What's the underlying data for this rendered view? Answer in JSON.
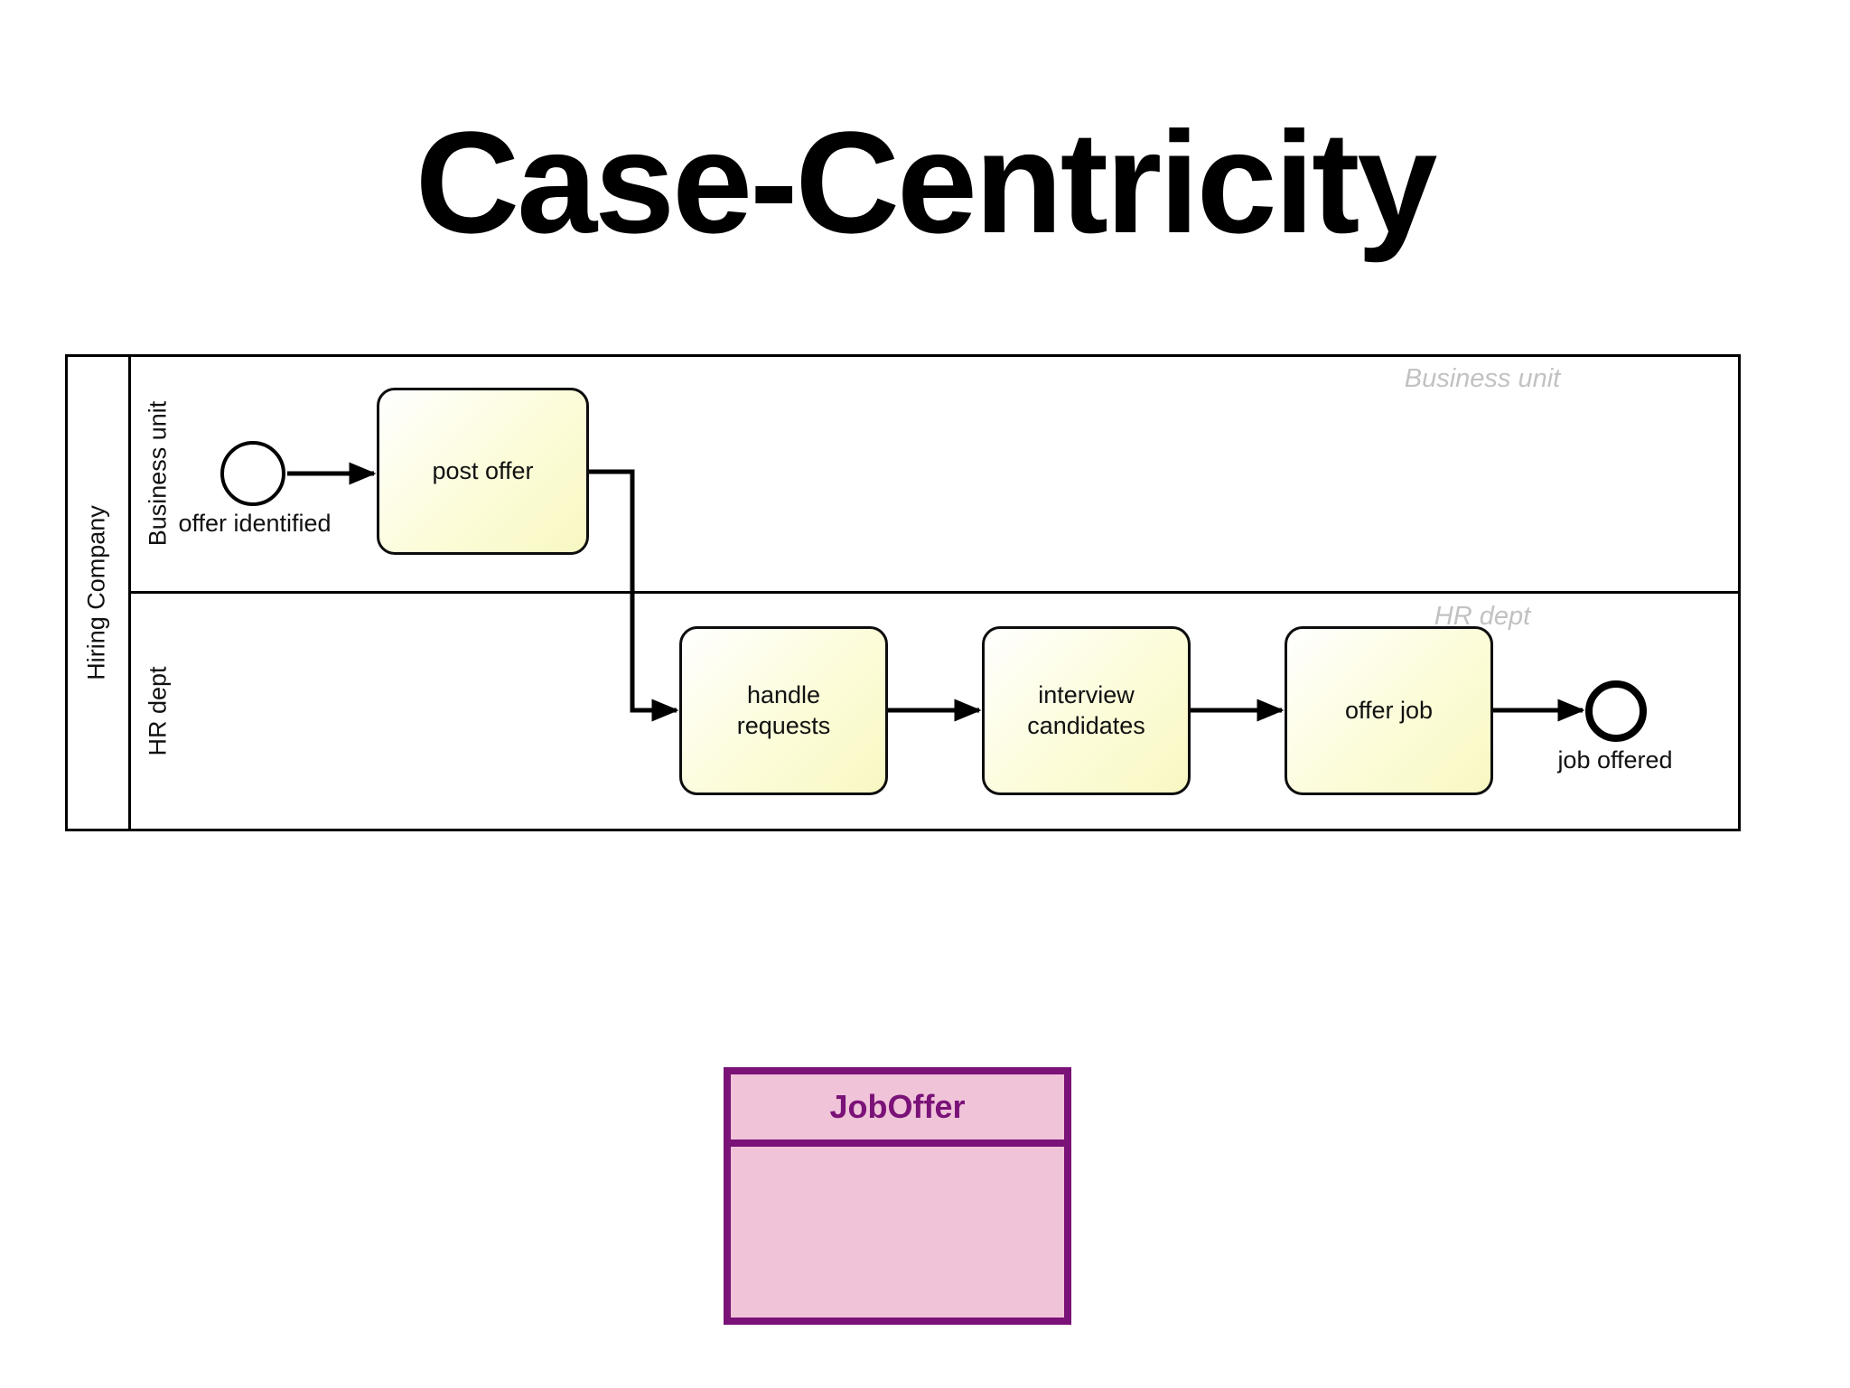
{
  "title": "Case-Centricity",
  "pool": {
    "name": "Hiring Company",
    "lanes": [
      {
        "name": "Business unit",
        "watermark": "Business unit"
      },
      {
        "name": "HR dept",
        "watermark": "HR dept"
      }
    ]
  },
  "process": {
    "start_event": {
      "label": "offer identified"
    },
    "tasks": [
      {
        "label": "post offer"
      },
      {
        "label": "handle requests"
      },
      {
        "label": "interview candidates"
      },
      {
        "label": "offer job"
      }
    ],
    "end_event": {
      "label": "job offered"
    }
  },
  "data_object": {
    "class_name": "JobOffer"
  },
  "colors": {
    "stroke": "#000000",
    "task_fill_start": "#ffffff",
    "task_fill_end": "#f8f8c3",
    "watermark_gray": "#c2c2c2",
    "uml_border": "#7a1278",
    "uml_fill": "#f0c3d9"
  }
}
